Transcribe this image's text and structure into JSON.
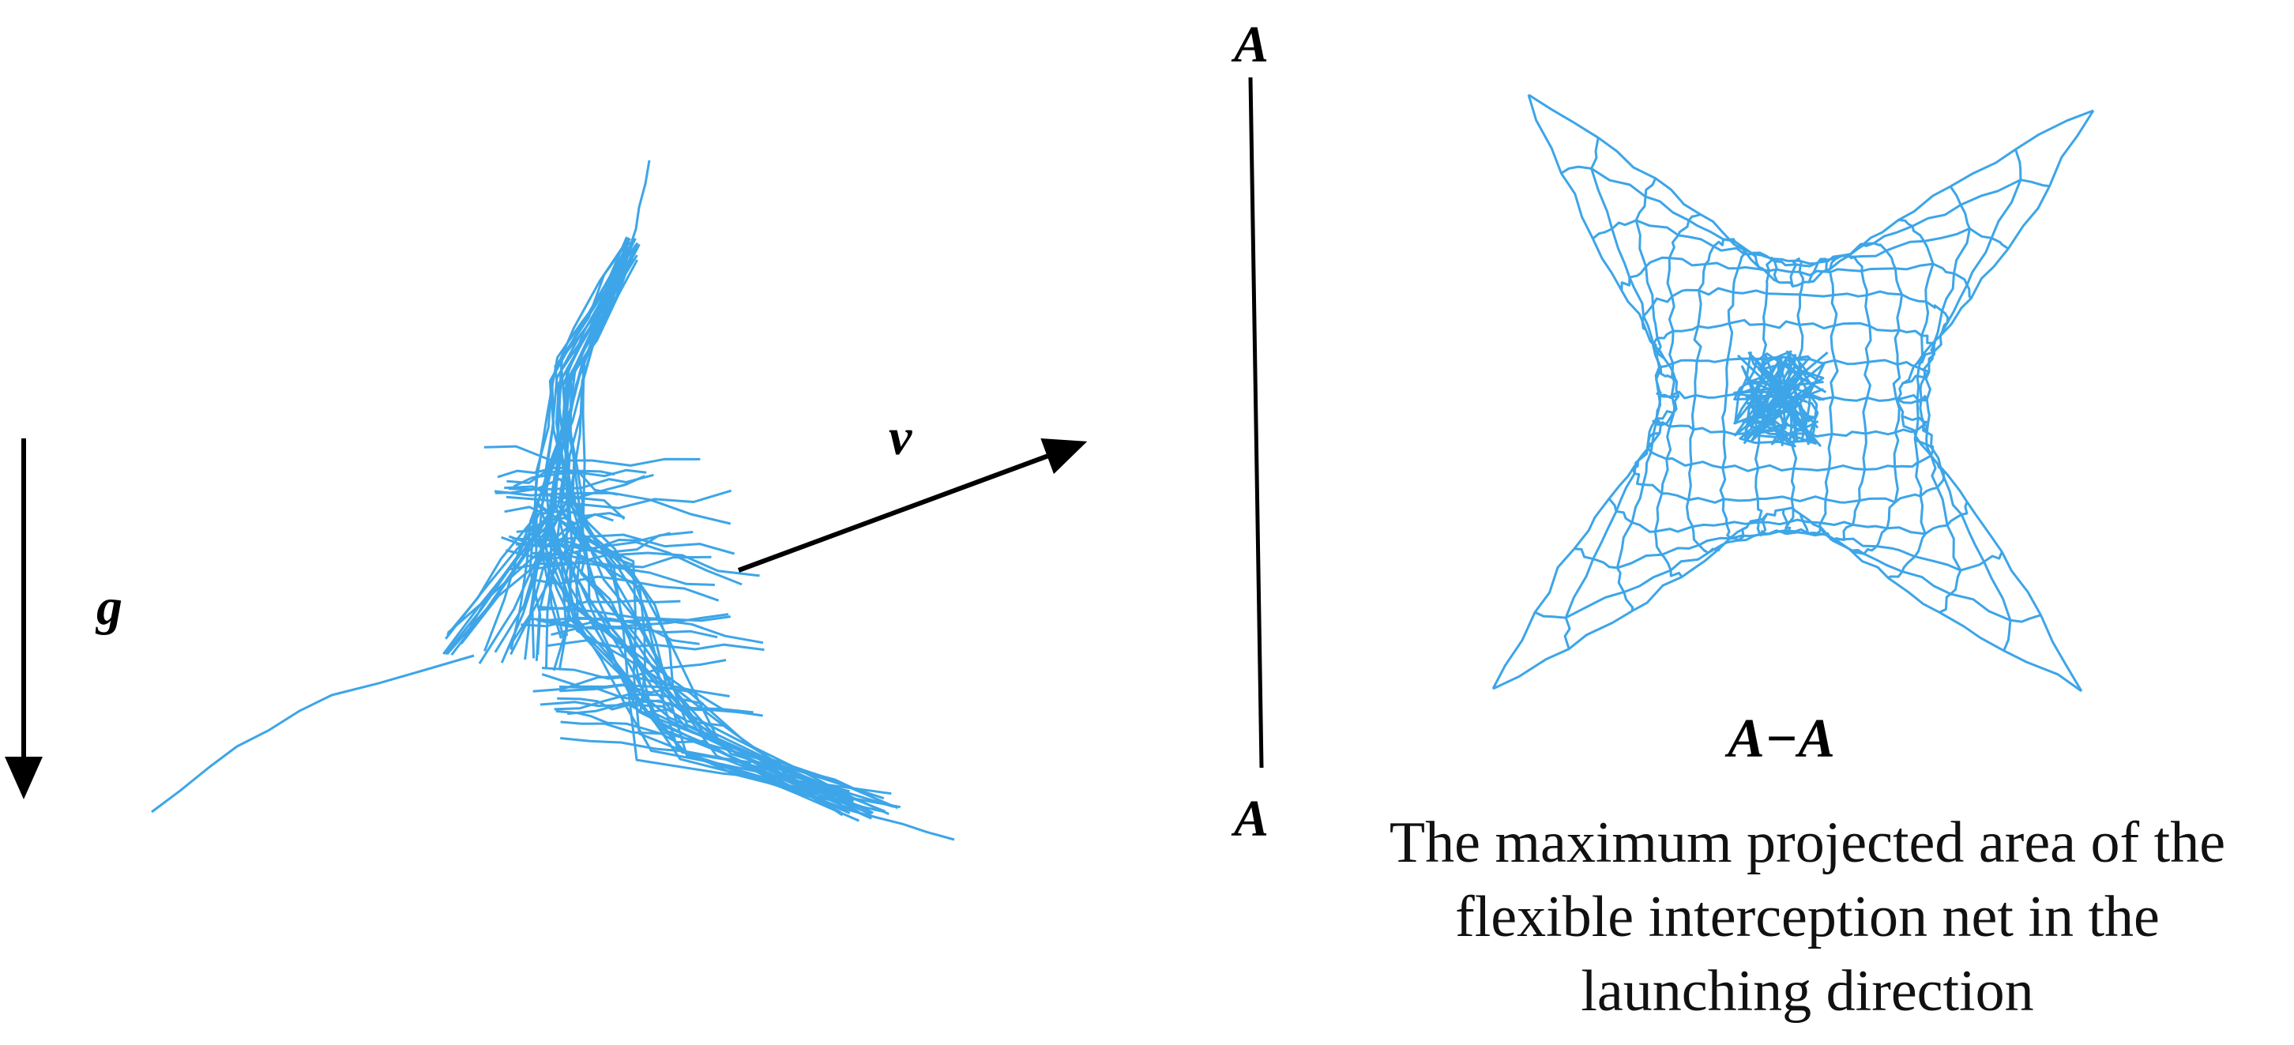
{
  "labels": {
    "gravity": "g",
    "velocity": "v",
    "section_top": "A",
    "section_bottom": "A",
    "section_view": "A−A"
  },
  "caption": {
    "line1": "The maximum projected area of the",
    "line2": "flexible interception net in the",
    "line3": "launching direction"
  },
  "colors": {
    "net": "#3da5e8",
    "arrows": "#000000"
  },
  "icons": {
    "gravity_arrow": "arrow-down-icon",
    "velocity_arrow": "arrow-right-up-icon"
  }
}
